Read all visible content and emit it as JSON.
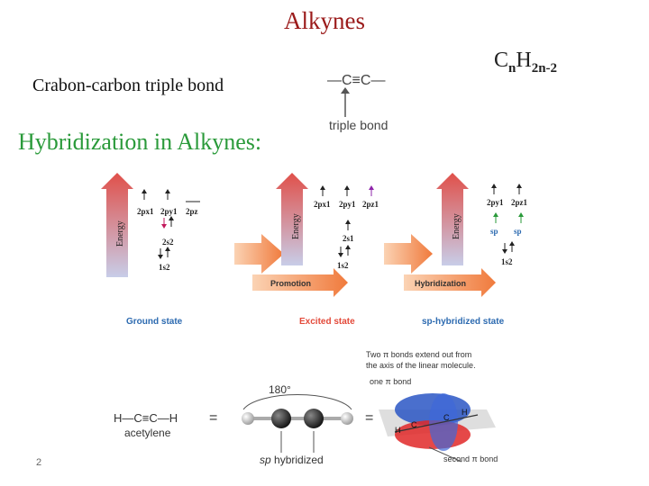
{
  "slide": {
    "title": "Alkynes",
    "subtitle": "Crabon-carbon triple bond",
    "heading": "Hybridization in Alkynes:",
    "formula": {
      "C": "C",
      "n": "n",
      "H": "H",
      "sub": "2n-2"
    },
    "page_number": "2"
  },
  "triple_bond_diagram": {
    "formula": "—C≡C—",
    "label": "triple bond"
  },
  "energy_diagram": {
    "energy_label": "Energy",
    "panels": [
      {
        "state": "Ground state",
        "orbitals_top": [
          "2px1",
          "2py1",
          "2pz"
        ],
        "orbitals_mid": [
          "2s2"
        ],
        "orbitals_low": [
          "1s2"
        ]
      },
      {
        "state": "Excited state",
        "orbitals_top": [
          "2px1",
          "2py1",
          "2pz1"
        ],
        "orbitals_mid": [
          "2s1"
        ],
        "orbitals_low": [
          "1s2"
        ]
      },
      {
        "state": "sp-hybridized state",
        "orbitals_top": [
          "2py1",
          "2pz1"
        ],
        "orbitals_mid": [
          "sp",
          "sp"
        ],
        "orbitals_low": [
          "1s2"
        ]
      }
    ],
    "arrow_labels": [
      "Promotion",
      "Hybridization"
    ],
    "colors": {
      "energy_arrow": "#e0504a",
      "process_arrow": "#f08a4b",
      "state_label": "#e34a3a",
      "sp_label": "#2c6ab0",
      "excited_label": "#e34a3a",
      "ground_label": "#2c6ab0"
    }
  },
  "acetylene_diagram": {
    "formula": "H—C≡C—H",
    "name": "acetylene",
    "angle": "180°",
    "equals": "=",
    "sp_label_italic": "sp",
    "sp_label_rest": " hybridized",
    "pi_note_line1": "Two π bonds extend out from",
    "pi_note_line2": "the axis of the linear molecule.",
    "one_pi": "one π bond",
    "second_pi": "second π bond",
    "atom_H": "H",
    "atom_C": "C"
  }
}
